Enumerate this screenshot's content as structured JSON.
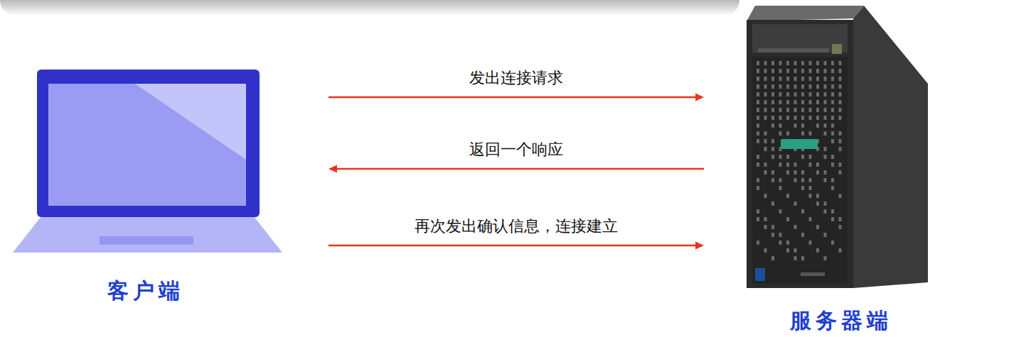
{
  "diagram": {
    "nodes": [
      {
        "text": [
          "客户端"
        ]
      },
      {
        "text": [
          "服务器端"
        ]
      }
    ],
    "edges": [
      {
        "from": 0,
        "to": 1,
        "arrow": "to",
        "label": "发出连接请求"
      },
      {
        "from": 1,
        "to": 0,
        "arrow": "to",
        "label": "返回一个响应"
      },
      {
        "from": 0,
        "to": 1,
        "arrow": "to",
        "label": "再次发出确认信息，连接建立"
      }
    ]
  }
}
